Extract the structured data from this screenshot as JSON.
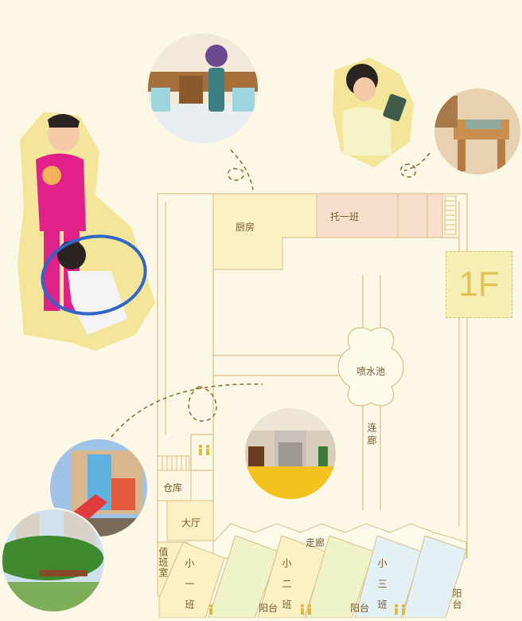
{
  "floor": "1F",
  "rooms": {
    "kitchen": "厨房",
    "toddler_class": "托一班",
    "fountain": "喷水池",
    "corridor_vertical": "连廊",
    "storage": "仓库",
    "hall": "大厅",
    "duty_room": "值班室",
    "hallway": "走廊",
    "small_class_1": "小一班",
    "small_class_2": "小二班",
    "small_class_3": "小三班",
    "balcony": "阳台"
  },
  "colors": {
    "background": "#fdf8e6",
    "wall": "#d8bf8a",
    "yellow_room": "#fbf1c4",
    "peach_room": "#f8dfcc",
    "green_room": "#eef3c8",
    "blue_room": "#e3f0f4",
    "floor_badge": "#f6eeb2",
    "dashed_path": "#8a6a35"
  },
  "icons": [
    "kitchen-photo",
    "child-with-block-photo",
    "children-with-hoop-photo",
    "lobby-photo",
    "playground-photo",
    "garden-photo",
    "restroom-icon"
  ]
}
